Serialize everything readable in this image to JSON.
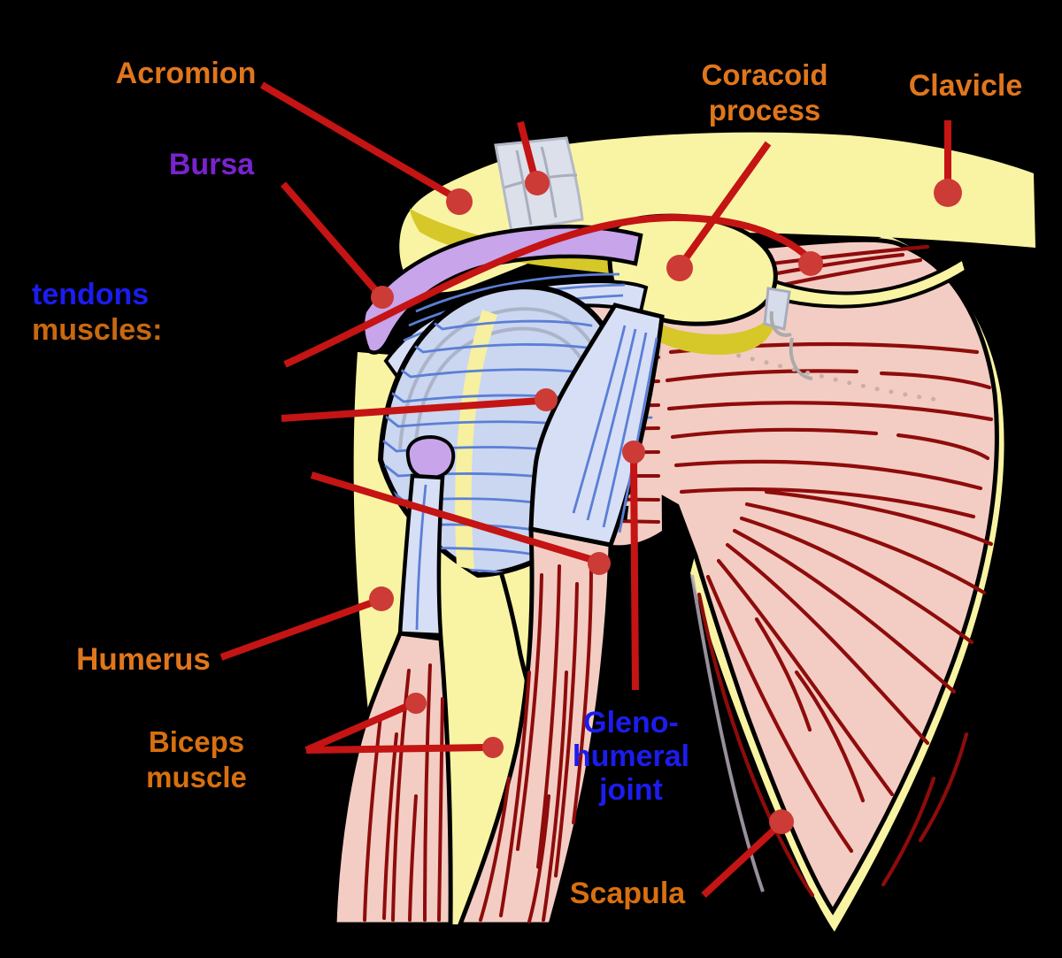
{
  "figure": {
    "type": "anatomical-diagram",
    "subject": "Shoulder joint (anterior view)",
    "background": "#000000"
  },
  "labels": {
    "acromion": {
      "text": "Acromion",
      "color": "#E0761C"
    },
    "bursa": {
      "text": "Bursa",
      "color": "#7A22D0"
    },
    "tendons": {
      "text": "tendons",
      "color": "#1C1CF0"
    },
    "muscles": {
      "text": "muscles:",
      "color": "#C8690F"
    },
    "coracoid": {
      "line1": "Coracoid",
      "line2": "process",
      "color": "#E0761C"
    },
    "clavicle": {
      "text": "Clavicle",
      "color": "#E0761C"
    },
    "humerus": {
      "text": "Humerus",
      "color": "#E0761C"
    },
    "biceps": {
      "line1": "Biceps",
      "line2": "muscle",
      "color": "#D8700F"
    },
    "glenohumeral": {
      "line1": "Gleno-",
      "line2": "humeral",
      "line3": "joint",
      "color": "#1C1CF0"
    },
    "scapula": {
      "text": "Scapula",
      "color": "#D8700F"
    }
  },
  "colors": {
    "background": "#000000",
    "bone": "#F9F4A3",
    "boneShade": "#D6C829",
    "bursaFill": "#C8A4EA",
    "capsule": "#D7DFF6",
    "capsuleDeep": "#CBD6F1",
    "tendonFiber": "#5B7FD6",
    "muscle": "#F3CDC3",
    "muscleFiber": "#8E0C0C",
    "leader": "#C41414",
    "leaderDot": "#CC3B35",
    "outline": "#000000",
    "ligamentGray": "#DCE0EB"
  },
  "leaders": [
    {
      "name": "acromion",
      "dot": [
        519,
        228
      ]
    },
    {
      "name": "unlabeled-top",
      "dot": [
        607,
        207
      ]
    },
    {
      "name": "bursa",
      "dot": [
        432,
        336
      ]
    },
    {
      "name": "coracoid-process",
      "dot": [
        768,
        303
      ]
    },
    {
      "name": "clavicle",
      "dot": [
        1071,
        218
      ]
    },
    {
      "name": "tendons-muscles-arc",
      "dot": [
        916,
        298
      ]
    },
    {
      "name": "tendons-muscles-middle",
      "dot": [
        617,
        452
      ]
    },
    {
      "name": "tendons-muscles-lower",
      "dot": [
        677,
        637
      ]
    },
    {
      "name": "humerus",
      "dot": [
        431,
        677
      ]
    },
    {
      "name": "biceps-head-1",
      "dot": [
        470,
        795
      ]
    },
    {
      "name": "biceps-head-2",
      "dot": [
        557,
        845
      ]
    },
    {
      "name": "glenohumeral-joint",
      "dot": [
        716,
        511
      ]
    },
    {
      "name": "scapula",
      "dot": [
        883,
        929
      ]
    }
  ]
}
